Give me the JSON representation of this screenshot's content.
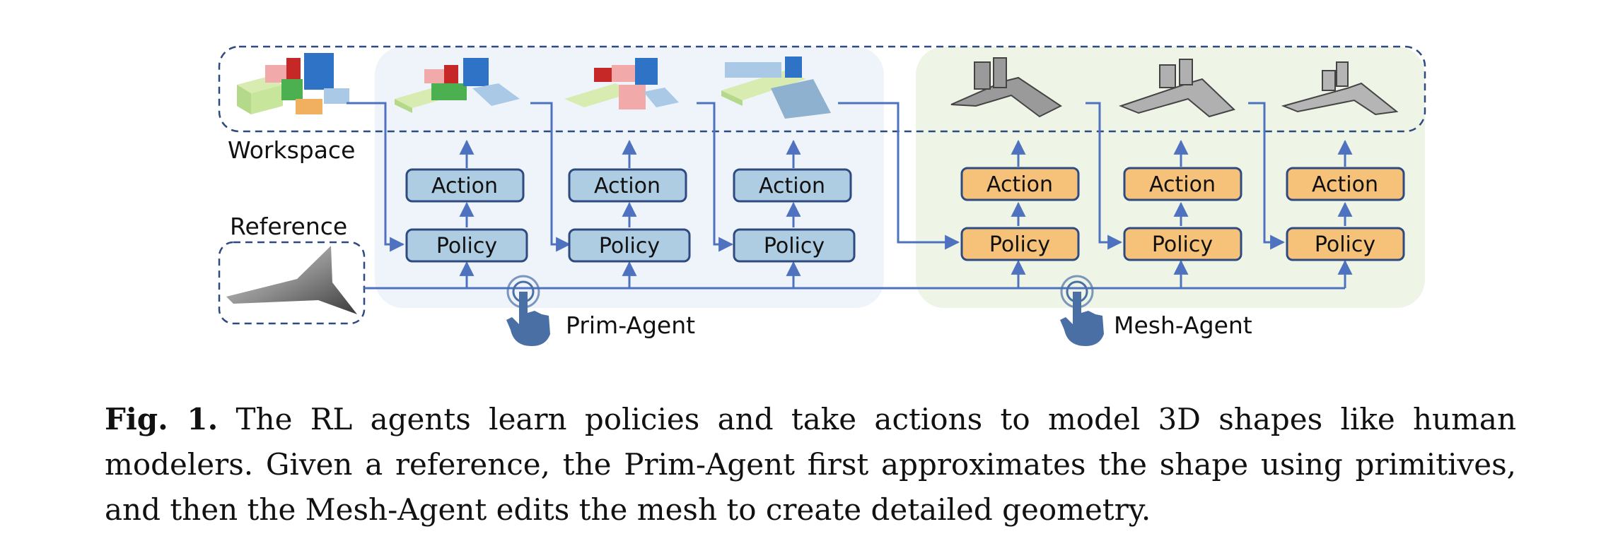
{
  "diagram": {
    "workspace_label": "Workspace",
    "reference_label": "Reference",
    "prim_agent_label": "Prim-Agent",
    "mesh_agent_label": "Mesh-Agent",
    "action_label": "Action",
    "policy_label": "Policy",
    "colors": {
      "prim_panel": "#eef4fa",
      "mesh_panel": "#eef5e6",
      "prim_box": "#aecde3",
      "mesh_box": "#f6c27a",
      "box_border": "#2f4a80",
      "arrow": "#4e72c0",
      "dashed_border": "#2f4a80",
      "hand": "#4a6fa5"
    }
  },
  "caption": {
    "label": "Fig. 1.",
    "text": "The RL agents learn policies and take actions to model 3D shapes like human modelers. Given a reference, the Prim-Agent first approximates the shape using primitives, and then the Mesh-Agent edits the mesh to create detailed geometry."
  }
}
